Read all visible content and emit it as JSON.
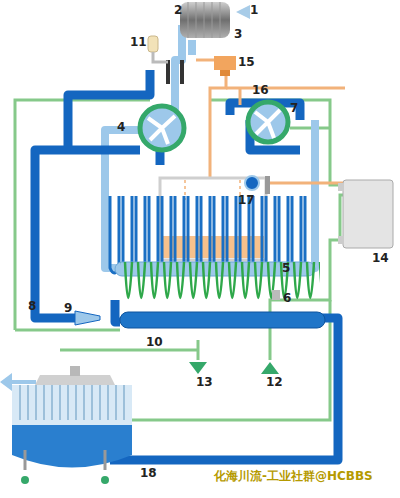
{
  "diagram": {
    "labels": [
      "1",
      "2",
      "3",
      "11",
      "15",
      "16",
      "4",
      "7",
      "17",
      "14",
      "5",
      "6",
      "8",
      "9",
      "10",
      "13",
      "12",
      "18",
      "化海川流-工业社群@HCBBS"
    ]
  }
}
